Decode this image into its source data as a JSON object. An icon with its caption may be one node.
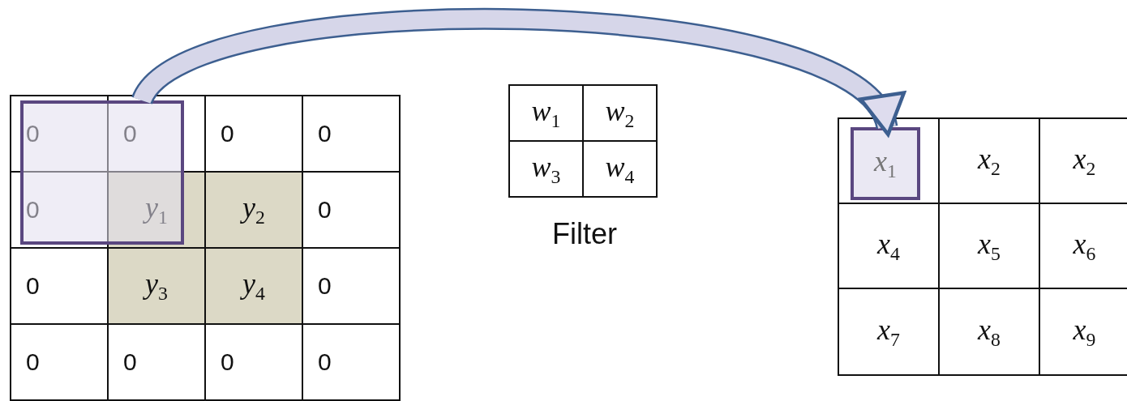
{
  "diagram": {
    "nodes": [
      {
        "text": [],
        "shape": "box"
      },
      {
        "text": [
          "*x*$_{1}$"
        ]
      }
    ],
    "edges": [
      {
        "from": 0,
        "to": 1,
        "arrow": "to"
      }
    ],
    "labels": [
      "0",
      "0",
      "0",
      "0",
      "0",
      "*y*$_{1}$",
      "*y*$_{2}$",
      "0",
      "0",
      "*y*$_{3}$",
      "*y*$_{4}$",
      "0",
      "0",
      "0",
      "0",
      "0",
      "*w*$_{1}$",
      "*w*$_{2}$",
      "*w*$_{3}$",
      "*w*$_{4}$",
      "Filter",
      "*x*$_{2}$",
      "*x*$_{2}$",
      "*x*$_{4}$",
      "*x*$_{5}$",
      "*x*$_{6}$",
      "*x*$_{7}$",
      "*x*$_{8}$",
      "*x*$_{9}$"
    ]
  }
}
